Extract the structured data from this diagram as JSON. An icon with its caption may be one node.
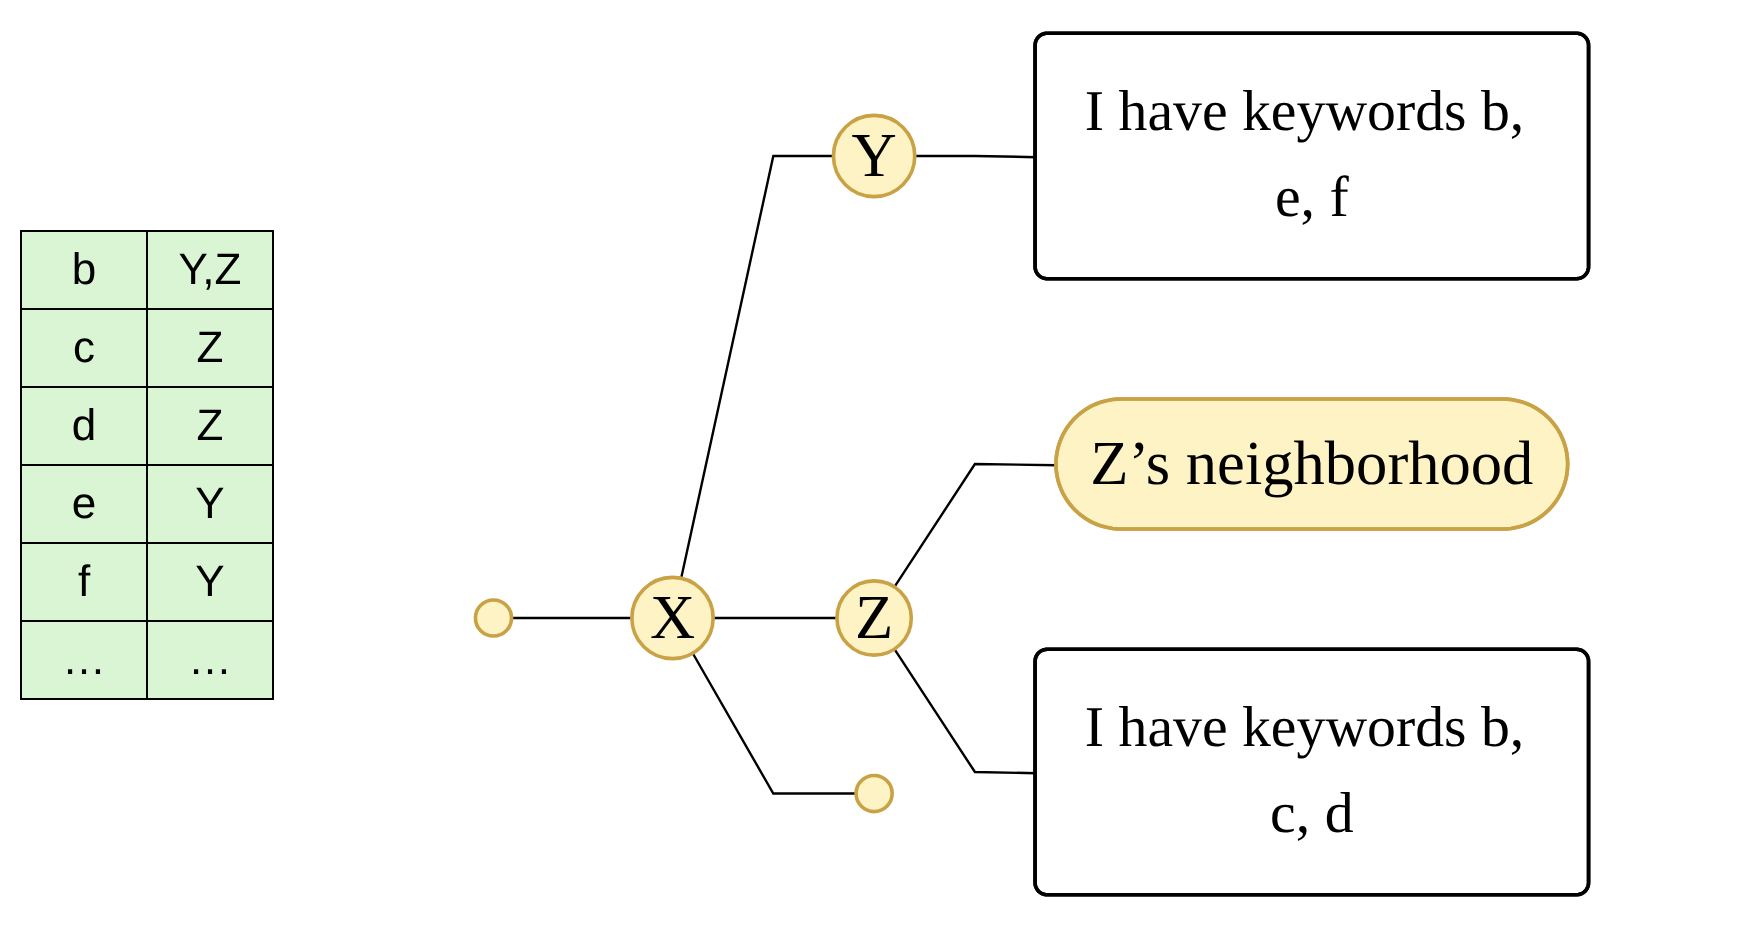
{
  "diagram": {
    "nodes": [
      {
        "text": [],
        "shape": "circle"
      },
      {
        "text": [
          "Y"
        ]
      },
      {
        "text": [
          "I have keywords b, e, f"
        ]
      },
      {
        "text": [
          "X"
        ]
      },
      {
        "text": [
          "Z"
        ]
      },
      {
        "text": [
          "Z’s neighborhood"
        ]
      },
      {
        "text": [
          "I have keywords b, c, d"
        ]
      },
      {
        "text": [],
        "shape": "circle"
      }
    ],
    "edges": [
      {
        "from": 0,
        "to": 3,
        "arrow": "none"
      },
      {
        "from": 3,
        "to": 1,
        "arrow": "none"
      },
      {
        "from": 1,
        "to": 2,
        "arrow": "none"
      },
      {
        "from": 3,
        "to": 4,
        "arrow": "none"
      },
      {
        "from": 4,
        "to": 5,
        "arrow": "none"
      },
      {
        "from": 4,
        "to": 6,
        "arrow": "none"
      },
      {
        "from": 3,
        "to": 7,
        "arrow": "none"
      }
    ],
    "labels": [
      "b",
      "Y,Z",
      "c",
      "Z",
      "d",
      "Z",
      "e",
      "Y",
      "f",
      "Y",
      "…",
      "…"
    ]
  }
}
